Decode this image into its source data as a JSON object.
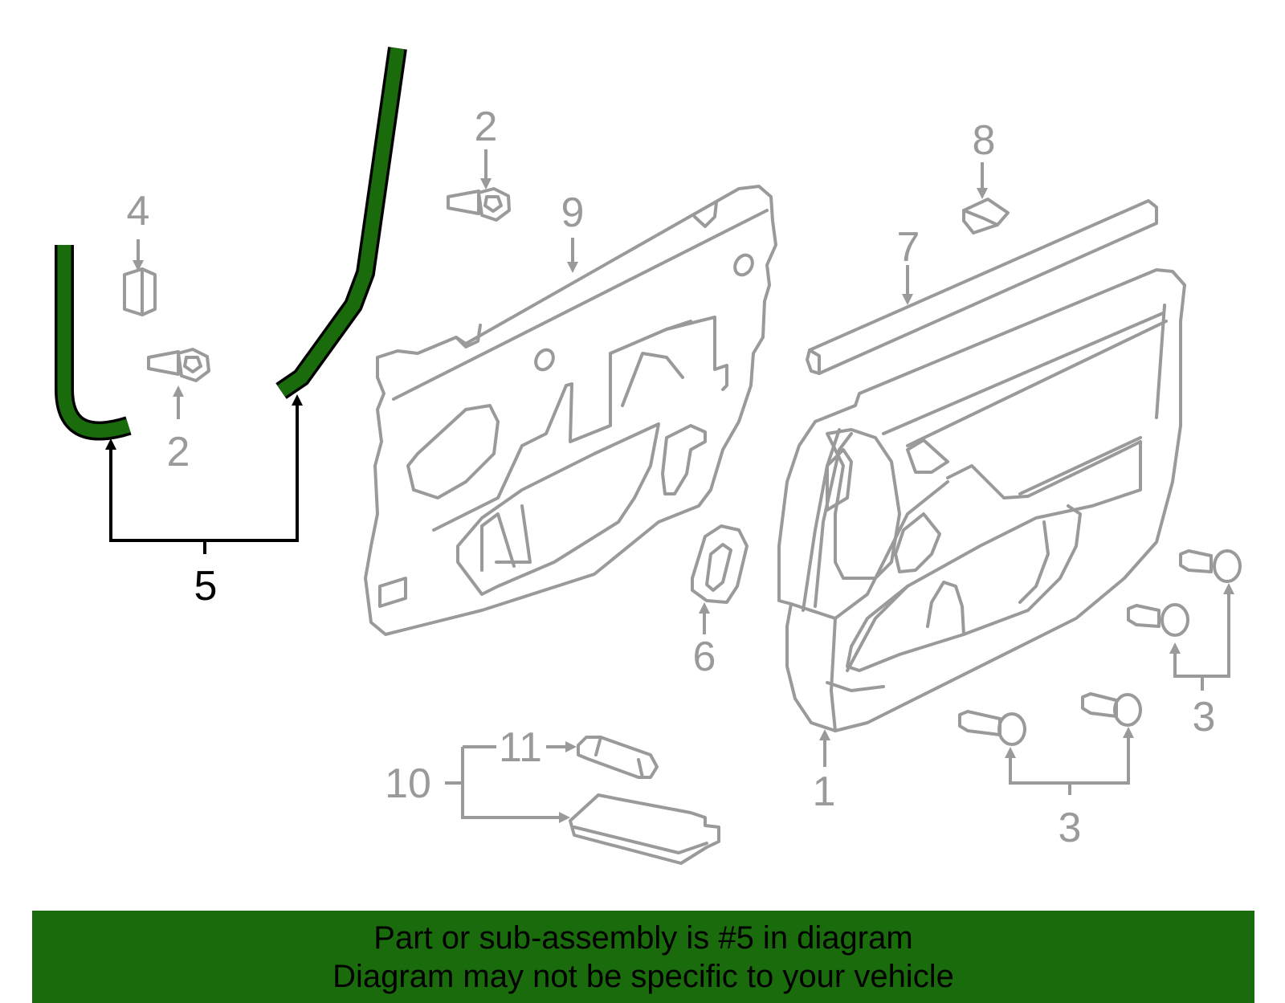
{
  "callouts": {
    "c1": "1",
    "c2a": "2",
    "c2b": "2",
    "c3a": "3",
    "c3b": "3",
    "c4": "4",
    "c5": "5",
    "c6": "6",
    "c7": "7",
    "c8": "8",
    "c9": "9",
    "c10": "10",
    "c11": "11"
  },
  "highlighted_part": "5",
  "colors": {
    "highlight": "#1a6b0c",
    "part_lines": "#9a9a9a",
    "banner": "#1a6b0c"
  },
  "banner": {
    "line1": "Part or sub-assembly is #5 in diagram",
    "line2": "Diagram may not be specific to your vehicle"
  }
}
